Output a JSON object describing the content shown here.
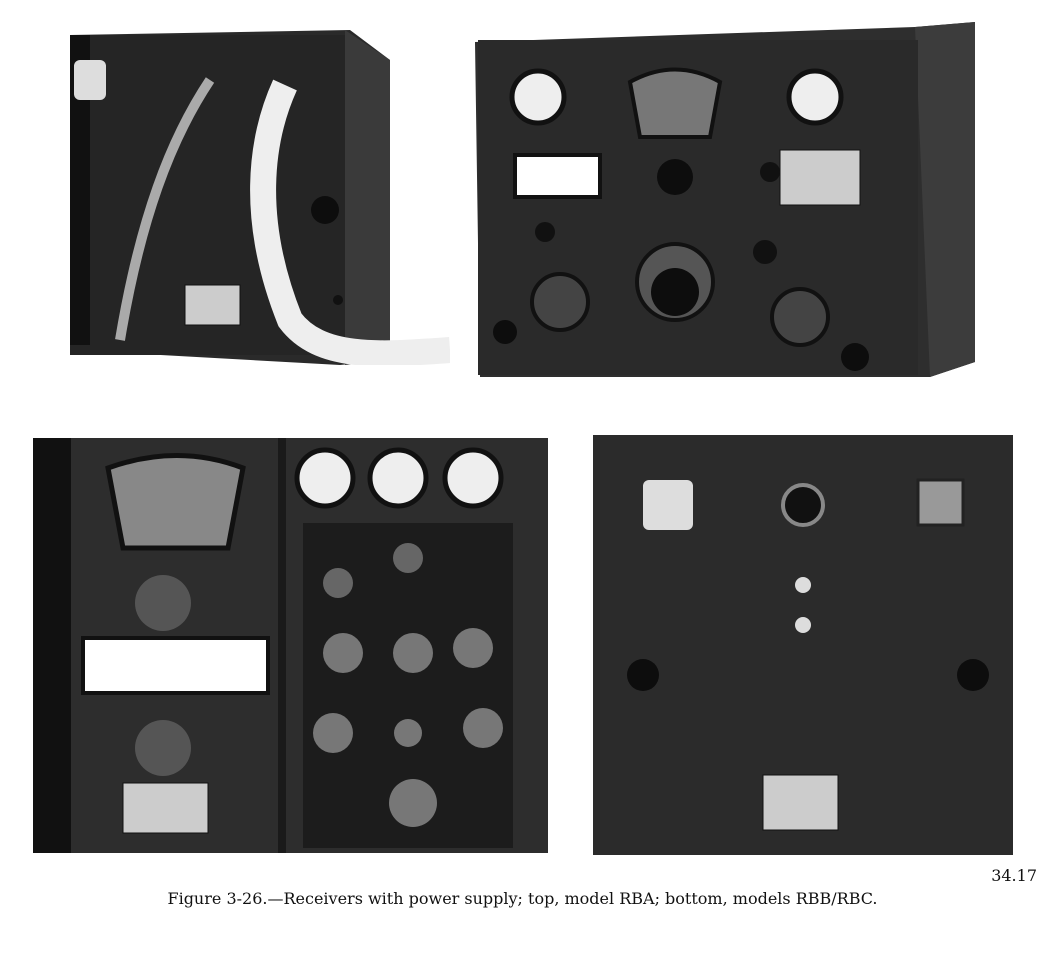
{
  "figure": {
    "number": "34.17",
    "caption": "Figure 3-26.—Receivers with power supply; top, model RBA; bottom, models RBB/RBC."
  },
  "photos": [
    {
      "name": "power-supply-rba"
    },
    {
      "name": "receiver-rba"
    },
    {
      "name": "receiver-rbb-rbc"
    },
    {
      "name": "power-supply-rbb-rbc"
    }
  ]
}
